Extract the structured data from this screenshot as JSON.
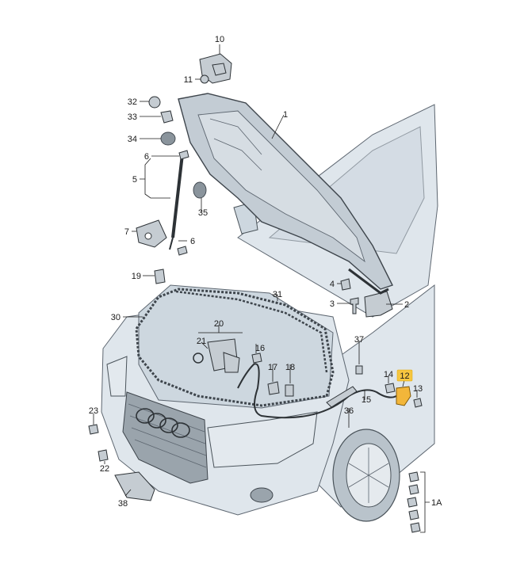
{
  "callouts": {
    "c1": "1",
    "c2": "2",
    "c3": "3",
    "c4": "4",
    "c5": "5",
    "c6a": "6",
    "c6b": "6",
    "c7": "7",
    "c10": "10",
    "c11": "11",
    "c12": "12",
    "c13": "13",
    "c14": "14",
    "c15": "15",
    "c16": "16",
    "c17": "17",
    "c18": "18",
    "c19": "19",
    "c20": "20",
    "c21": "21",
    "c22": "22",
    "c23": "23",
    "c30": "30",
    "c31": "31",
    "c32": "32",
    "c33": "33",
    "c34": "34",
    "c35": "35",
    "c36": "36",
    "c37": "37",
    "c38": "38",
    "c1A": "1A"
  },
  "colors": {
    "highlight": "#f6c640",
    "outline": "#2d3236",
    "body": "#dfe6ec"
  }
}
